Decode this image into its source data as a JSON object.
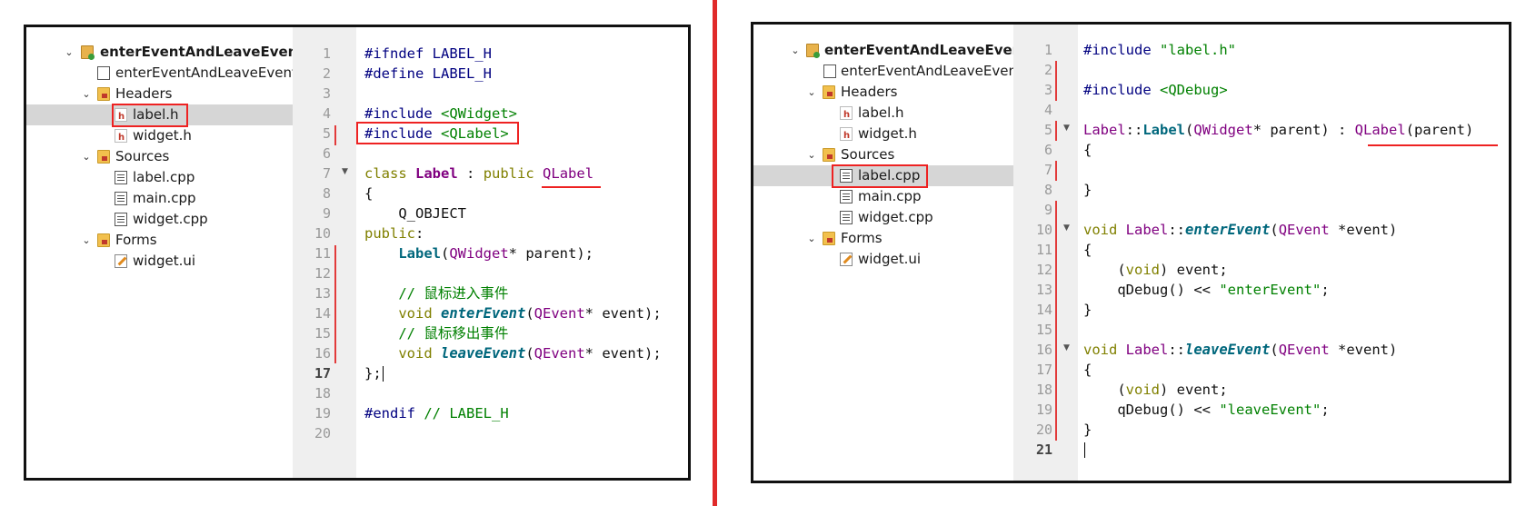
{
  "colors": {
    "annotation": "#e22222",
    "gutter_bg": "#efefef",
    "keyword": "#808000",
    "preprocessor": "#000080",
    "string": "#008000",
    "type": "#800080",
    "function": "#00677c"
  },
  "left": {
    "tree": {
      "project": "enterEventAndLeaveEvent",
      "pro_file": "enterEventAndLeaveEvent",
      "headers": "Headers",
      "header_files": [
        "label.h",
        "widget.h"
      ],
      "sources": "Sources",
      "source_files": [
        "label.cpp",
        "main.cpp",
        "widget.cpp"
      ],
      "forms": "Forms",
      "form_files": [
        "widget.ui"
      ]
    },
    "line_numbers": [
      "1",
      "2",
      "3",
      "4",
      "5",
      "6",
      "7",
      "8",
      "9",
      "10",
      "11",
      "12",
      "13",
      "14",
      "15",
      "16",
      "17",
      "18",
      "19",
      "20"
    ],
    "code": {
      "l1_a": "#ifndef",
      "l1_b": " LABEL_H",
      "l2_a": "#define",
      "l2_b": " LABEL_H",
      "l4_a": "#include",
      "l4_b": "<QWidget>",
      "l5_a": "#include",
      "l5_b": "<QLabel>",
      "l7_a": "class",
      "l7_b": "Label",
      "l7_c": " : ",
      "l7_d": "public",
      "l7_e": "QLabel",
      "l8": "{",
      "l9": "    Q_OBJECT",
      "l10_a": "public",
      "l10_b": ":",
      "l11_a": "Label",
      "l11_b": "(",
      "l11_c": "QWidget",
      "l11_d": "* parent);",
      "l13": "    // 鼠标进入事件",
      "l14_a": "void",
      "l14_b": "enterEvent",
      "l14_c": "(",
      "l14_d": "QEvent",
      "l14_e": "* event);",
      "l15": "    // 鼠标移出事件",
      "l16_a": "void",
      "l16_b": "leaveEvent",
      "l16_c": "(",
      "l16_d": "QEvent",
      "l16_e": "* event);",
      "l17": "};",
      "l19_a": "#endif",
      "l19_b": " // LABEL_H"
    }
  },
  "right": {
    "tree": {
      "project": "enterEventAndLeaveEvent",
      "pro_file": "enterEventAndLeaveEvent",
      "headers": "Headers",
      "header_files": [
        "label.h",
        "widget.h"
      ],
      "sources": "Sources",
      "source_files": [
        "label.cpp",
        "main.cpp",
        "widget.cpp"
      ],
      "forms": "Forms",
      "form_files": [
        "widget.ui"
      ]
    },
    "line_numbers": [
      "1",
      "2",
      "3",
      "4",
      "5",
      "6",
      "7",
      "8",
      "9",
      "10",
      "11",
      "12",
      "13",
      "14",
      "15",
      "16",
      "17",
      "18",
      "19",
      "20",
      "21"
    ],
    "code": {
      "l1_a": "#include",
      "l1_b": "\"label.h\"",
      "l3_a": "#include",
      "l3_b": "<QDebug>",
      "l5_a": "Label",
      "l5_b": "::",
      "l5_c": "Label",
      "l5_d": "(",
      "l5_e": "QWidget",
      "l5_f": "* parent) : ",
      "l5_g": "QLabel",
      "l5_h": "(parent)",
      "l6": "{",
      "l8": "}",
      "l10_a": "void",
      "l10_b": "Label",
      "l10_c": "::",
      "l10_d": "enterEvent",
      "l10_e": "(",
      "l10_f": "QEvent",
      "l10_g": " *event)",
      "l11": "{",
      "l12_a": "(",
      "l12_b": "void",
      "l12_c": ") event;",
      "l13_a": "qDebug",
      "l13_b": "() << ",
      "l13_c": "\"enterEvent\"",
      "l13_d": ";",
      "l14": "}",
      "l16_a": "void",
      "l16_b": "Label",
      "l16_c": "::",
      "l16_d": "leaveEvent",
      "l16_e": "(",
      "l16_f": "QEvent",
      "l16_g": " *event)",
      "l17": "{",
      "l18_a": "(",
      "l18_b": "void",
      "l18_c": ") event;",
      "l19_a": "qDebug",
      "l19_b": "() << ",
      "l19_c": "\"leaveEvent\"",
      "l19_d": ";",
      "l20": "}"
    }
  }
}
